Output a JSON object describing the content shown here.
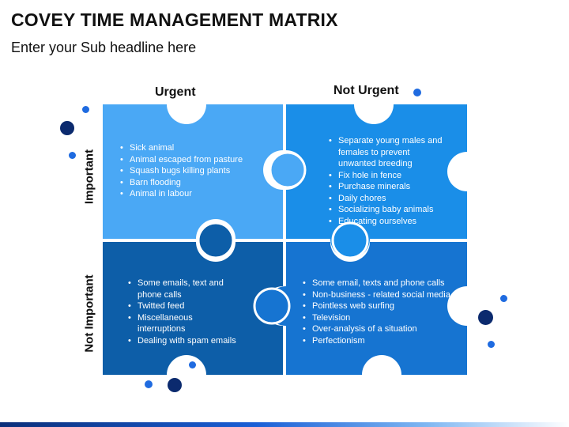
{
  "title": "COVEY TIME MANAGEMENT MATRIX",
  "subtitle": "Enter your Sub headline here",
  "columns": [
    "Urgent",
    "Not Urgent"
  ],
  "rows": [
    "Important",
    "Not Important"
  ],
  "colors": {
    "q1": "#4aa8f5",
    "q2": "#1a8ee8",
    "q3": "#0d5ea8",
    "q4": "#1674d1",
    "dot_dark": "#0b2a6e",
    "dot_blue": "#1f6be0"
  },
  "quadrants": {
    "q1": [
      "Sick animal",
      "Animal escaped from pasture",
      "Squash bugs killing plants",
      "Barn flooding",
      "Animal in labour"
    ],
    "q2": [
      "Separate young males and females to prevent unwanted breeding",
      "Fix hole in fence",
      "Purchase minerals",
      "Daily chores",
      "Socializing baby animals",
      "Educating ourselves"
    ],
    "q3": [
      "Some emails, text and phone calls",
      "Twitted feed",
      "Miscellaneous interruptions",
      "Dealing with spam emails"
    ],
    "q4": [
      "Some email, texts and phone calls",
      "Non-business - related social media",
      "Pointless web surfing",
      "Television",
      "Over-analysis of a situation",
      "Perfectionism"
    ]
  }
}
